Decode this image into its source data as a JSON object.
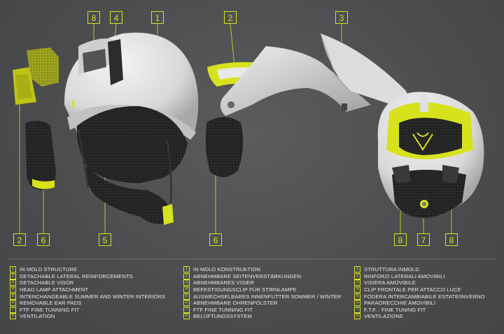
{
  "colors": {
    "accent": "#d6e21c",
    "background": "#4a4c4e",
    "shell": "#e4e4e4",
    "liner": "#2a2a2a"
  },
  "callouts": [
    {
      "id": "c8a",
      "label": "8"
    },
    {
      "id": "c4",
      "label": "4"
    },
    {
      "id": "c1",
      "label": "1"
    },
    {
      "id": "c2a",
      "label": "2"
    },
    {
      "id": "c3",
      "label": "3"
    },
    {
      "id": "c2b",
      "label": "2"
    },
    {
      "id": "c6a",
      "label": "6"
    },
    {
      "id": "c5",
      "label": "5"
    },
    {
      "id": "c6b",
      "label": "6"
    },
    {
      "id": "c8b",
      "label": "8"
    },
    {
      "id": "c7",
      "label": "7"
    },
    {
      "id": "c8c",
      "label": "8"
    }
  ],
  "legend": {
    "english": [
      {
        "num": "1",
        "text": "IN MOLD STRUCTURE"
      },
      {
        "num": "2",
        "text": "DETACHABLE LATERAL REINFORCEMENTS"
      },
      {
        "num": "3",
        "text": "DETACHABLE VISOR"
      },
      {
        "num": "4",
        "text": "HEAD LAMP ATTACHMENT"
      },
      {
        "num": "5",
        "text": "INTERCHANGEABLE SUMMER AND WINTER INTERIORS"
      },
      {
        "num": "6",
        "text": "REMOVABLE EAR PADS"
      },
      {
        "num": "7",
        "text": "FTF FINE TUNNING FIT"
      },
      {
        "num": "8",
        "text": "VENTILATION"
      }
    ],
    "german": [
      {
        "num": "1",
        "text": "IN MOLD KONSTRUKTION"
      },
      {
        "num": "2",
        "text": "ABNEHMBARE SEITENVERSTÄRKUNGEN"
      },
      {
        "num": "3",
        "text": "ABNEHMBARES VISIER"
      },
      {
        "num": "4",
        "text": "BEFESTIGUNGSCLIP FÜR STIRNLAMPE"
      },
      {
        "num": "5",
        "text": "AUSWECHSELBARES INNENFUTTER SOMMER / WINTER"
      },
      {
        "num": "6",
        "text": "ABNEHMBARE OHRENPOLSTER"
      },
      {
        "num": "7",
        "text": "FTF FINE TUNNING FIT"
      },
      {
        "num": "8",
        "text": "BELÜFTUNGSSYSTEM"
      }
    ],
    "italian": [
      {
        "num": "1",
        "text": "STRUTTURA INMOLD"
      },
      {
        "num": "2",
        "text": "RINFORZI LATERALI AMOVIBILI"
      },
      {
        "num": "3",
        "text": "VISIERA AMOVIBILE"
      },
      {
        "num": "4",
        "text": "CLIP FRONTALE PER ATTACCO LUCE"
      },
      {
        "num": "5",
        "text": "FODERA INTERCAMBIABILE ESTATE/INVERNO"
      },
      {
        "num": "6",
        "text": "PARAORECCHIE AMOVIBILI"
      },
      {
        "num": "7",
        "text": "F.T.F. : FINE TUNING FIT"
      },
      {
        "num": "8",
        "text": "VENTILAZIONE"
      }
    ]
  }
}
